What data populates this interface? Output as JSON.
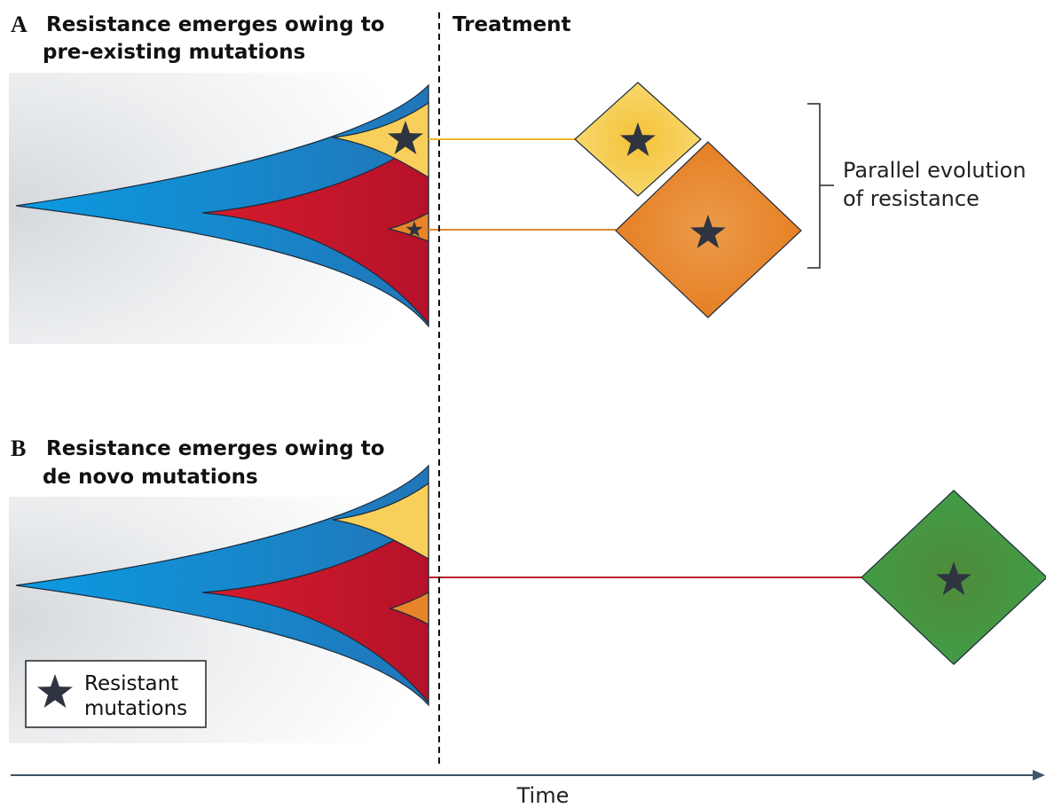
{
  "panel_a": {
    "letter": "A",
    "title_line1": "Resistance emerges owing to",
    "title_line2": "pre-existing mutations"
  },
  "panel_b": {
    "letter": "B",
    "title_line1": "Resistance emerges owing to",
    "title_line2": "de novo mutations"
  },
  "treatment_label": "Treatment",
  "bracket_label_line1": "Parallel evolution",
  "bracket_label_line2": "of resistance",
  "legend": {
    "line1": "Resistant",
    "line2": "mutations",
    "icon": "star-icon"
  },
  "axis_label": "Time",
  "colors": {
    "blue": "#1b8fd4",
    "red": "#c3162a",
    "yellow": "#f7cf5a",
    "orange": "#e8852a",
    "green": "#3f9a47",
    "star": "#2e3540",
    "yellow_line": "#f2b52c",
    "orange_line": "#e0892d",
    "red_line": "#b8202e",
    "axis": "#3f5466"
  }
}
